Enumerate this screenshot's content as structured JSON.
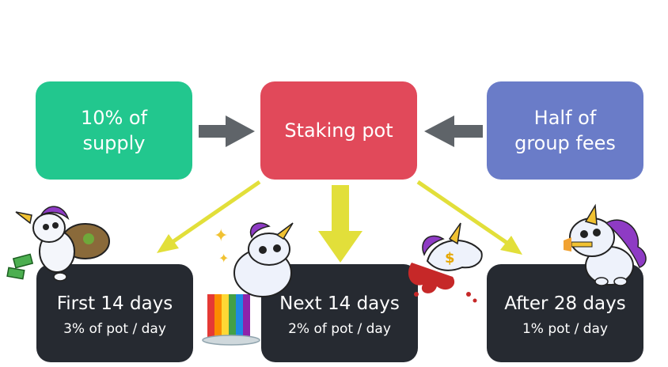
{
  "colors": {
    "supply_box": "#22c78e",
    "pot_box": "#e1495a",
    "fees_box": "#6a7cc8",
    "period_box": "#262a31",
    "gray_arrow": "#5f6469",
    "yellow_arrow": "#e2df3a"
  },
  "sources": {
    "supply": "10% of\nsupply",
    "fees": "Half of\ngroup fees"
  },
  "pot": {
    "label": "Staking pot"
  },
  "periods": [
    {
      "title": "First 14 days",
      "rate": "3% of pot / day"
    },
    {
      "title": "Next 14 days",
      "rate": "2% of pot / day"
    },
    {
      "title": "After 28 days",
      "rate": "1% pot / day"
    }
  ],
  "illustrations": [
    "unicorn-money-bag-icon",
    "unicorn-rainbow-icon",
    "unicorn-dollar-eye-icon",
    "unicorn-zipper-mouth-icon"
  ]
}
